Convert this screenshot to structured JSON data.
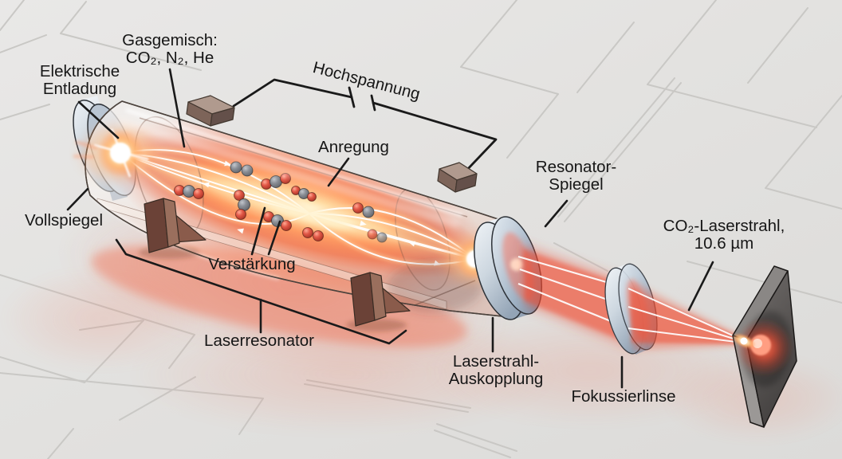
{
  "labels": {
    "gas_mixture": {
      "lines": [
        "Gasgemisch:",
        "CO₂, N₂, He"
      ]
    },
    "electric_discharge": {
      "lines": [
        "Elektrische",
        "Entladung"
      ]
    },
    "high_voltage": {
      "lines": [
        "Hochspannung"
      ]
    },
    "excitation": {
      "lines": [
        "Anregung"
      ]
    },
    "resonator_mirror": {
      "lines": [
        "Resonator-",
        "Spiegel"
      ]
    },
    "full_mirror": {
      "lines": [
        "Vollspiegel"
      ]
    },
    "amplification": {
      "lines": [
        "Verstärkung"
      ]
    },
    "laser_resonator": {
      "lines": [
        "Laserresonator"
      ]
    },
    "co2_laser_beam": {
      "lines": [
        "CO₂-Laserstrahl,",
        "10.6 µm"
      ]
    },
    "beam_outcoupling": {
      "lines": [
        "Laserstrahl-",
        "Auskopplung"
      ]
    },
    "focusing_lens": {
      "lines": [
        "Fokussierlinse"
      ]
    }
  },
  "icons": {
    "voltage_source": "battery-cell-symbol"
  },
  "colors": {
    "label_text": "#161616",
    "leader_line": "#1a1a1a",
    "trace_line": "#c9c8c5",
    "background": "#e4e3e1",
    "beam_red": "#ee5038",
    "glow_orange": "#ff9a5e",
    "glow_core": "#fff3d0",
    "mirror_silver_blue": "#bfcad7",
    "lens_blue": "#c6d2dd",
    "electrode_taupe": "#7d6459",
    "support_brown": "#6b4237",
    "target_gray": "#575452",
    "molecule_red": "#d94b3a",
    "molecule_gray": "#83878e"
  }
}
